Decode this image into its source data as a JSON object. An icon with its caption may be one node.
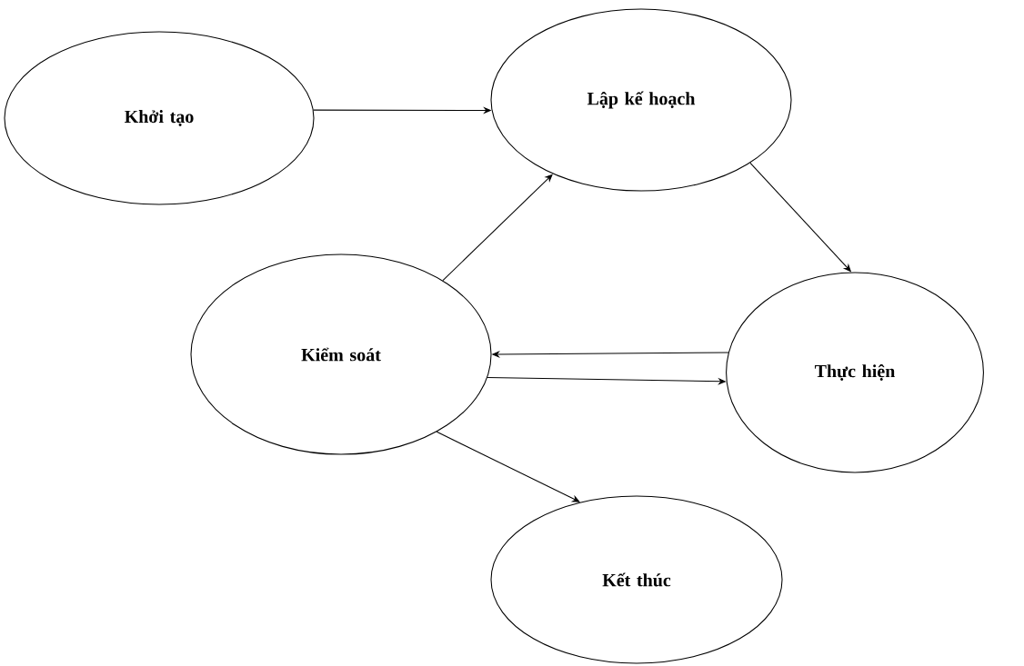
{
  "diagram": {
    "nodes": [
      {
        "text": [
          "Khởi tạo"
        ]
      },
      {
        "text": [
          "Lập kế hoạch"
        ]
      },
      {
        "text": [
          "Kiểm soát"
        ]
      },
      {
        "text": [
          "Thực hiện"
        ]
      },
      {
        "text": [
          "Kết thúc"
        ]
      }
    ],
    "edges": [
      {
        "from": 0,
        "to": 1,
        "arrow": "to"
      },
      {
        "from": 1,
        "to": 3,
        "arrow": "to"
      },
      {
        "from": 2,
        "to": 1,
        "arrow": "to"
      },
      {
        "from": 3,
        "to": 2,
        "arrow": "to"
      },
      {
        "from": 2,
        "to": 3,
        "arrow": "to"
      },
      {
        "from": 2,
        "to": 4,
        "arrow": "to"
      }
    ]
  }
}
